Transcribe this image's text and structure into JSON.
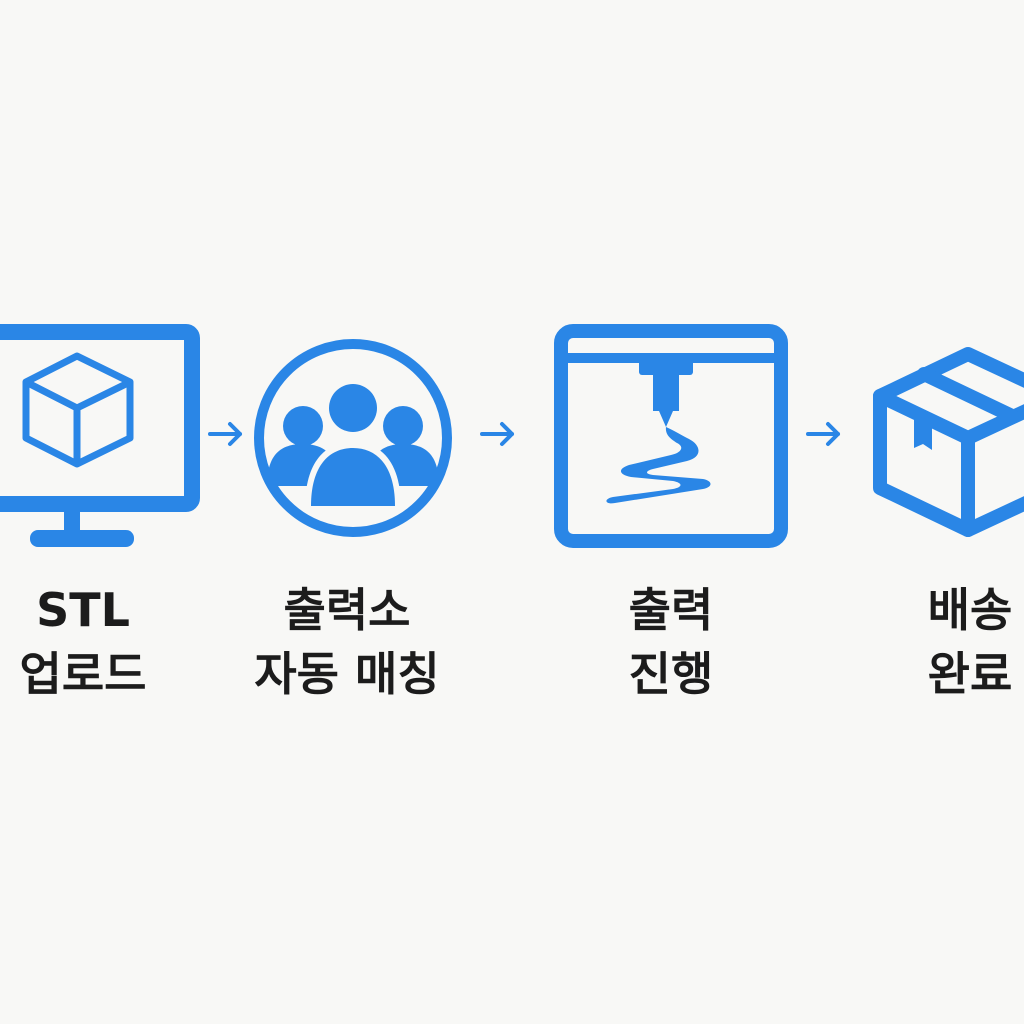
{
  "accent_color": "#2a86e6",
  "text_color": "#1c1c1c",
  "steps": [
    {
      "icon": "monitor-cube-icon",
      "lines": [
        "STL",
        "업로드"
      ]
    },
    {
      "icon": "people-group-icon",
      "lines": [
        "출력소",
        "자동 매칭"
      ]
    },
    {
      "icon": "3d-printer-icon",
      "lines": [
        "출력",
        "진행"
      ]
    },
    {
      "icon": "package-box-icon",
      "lines": [
        "배송",
        "완료"
      ]
    }
  ],
  "arrows": [
    "arrow-right-icon",
    "arrow-right-icon",
    "arrow-right-icon"
  ]
}
